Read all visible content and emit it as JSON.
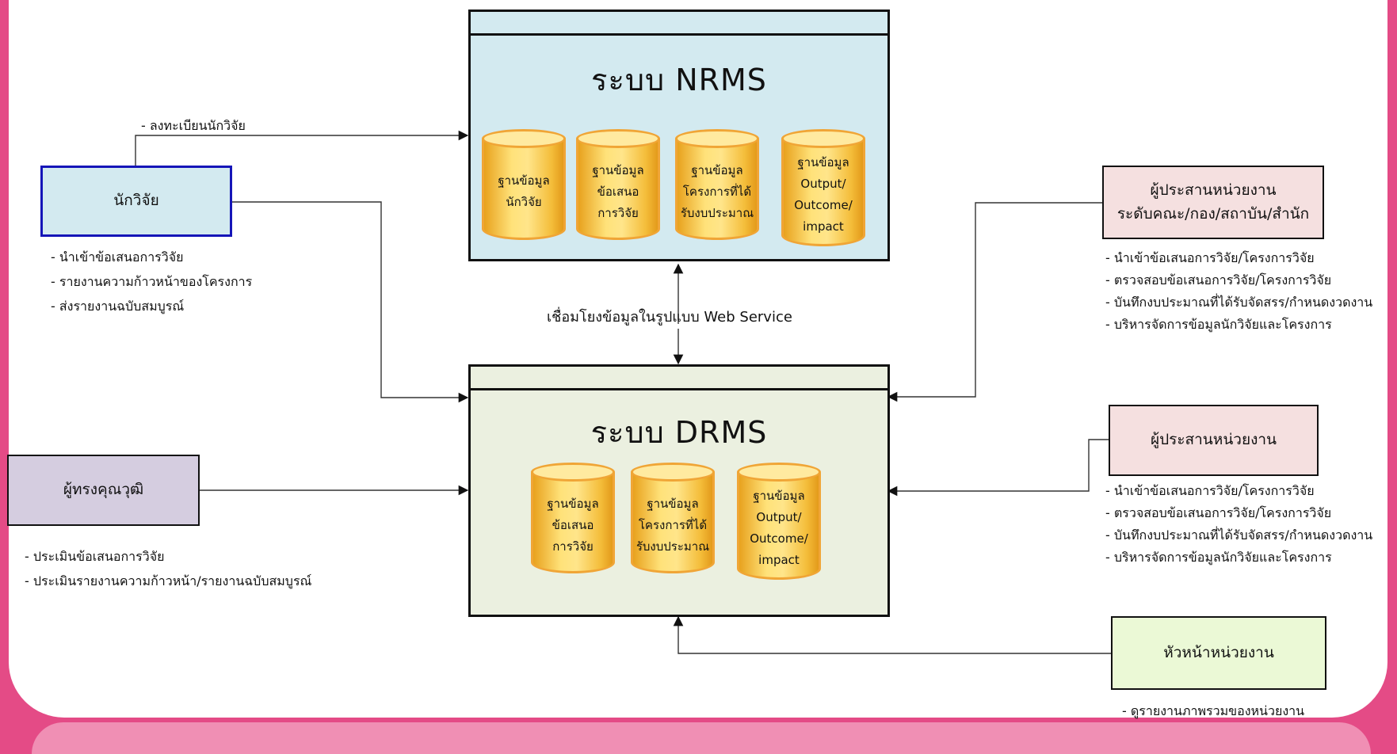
{
  "systems": {
    "nrms": {
      "title": "ระบบ NRMS",
      "databases": [
        "ฐานข้อมูล\nนักวิจัย",
        "ฐานข้อมูล\nข้อเสนอ\nการวิจัย",
        "ฐานข้อมูล\nโครงการที่ได้\nรับงบประมาณ",
        "ฐานข้อมูล\nOutput/\nOutcome/\nimpact"
      ]
    },
    "drms": {
      "title": "ระบบ DRMS",
      "databases": [
        "ฐานข้อมูล\nข้อเสนอ\nการวิจัย",
        "ฐานข้อมูล\nโครงการที่ได้\nรับงบประมาณ",
        "ฐานข้อมูล\nOutput/\nOutcome/\nimpact"
      ]
    }
  },
  "link_label": "เชื่อมโยงข้อมูลในรูปแบบ Web Service",
  "actors": {
    "researcher": {
      "name": "นักวิจัย",
      "register_label": "- ลงทะเบียนนักวิจัย",
      "tasks": [
        "- นำเข้าข้อเสนอการวิจัย",
        "- รายงานความก้าวหน้าของโครงการ",
        "- ส่งรายงานฉบับสมบูรณ์"
      ]
    },
    "expert": {
      "name": "ผู้ทรงคุณวุฒิ",
      "tasks": [
        "- ประเมินข้อเสนอการวิจัย",
        "- ประเมินรายงานความก้าวหน้า/รายงานฉบับสมบูรณ์"
      ]
    },
    "faculty_coordinator": {
      "name_line1": "ผู้ประสานหน่วยงาน",
      "name_line2": "ระดับคณะ/กอง/สถาบัน/สำนัก",
      "tasks": [
        "- นำเข้าข้อเสนอการวิจัย/โครงการวิจัย",
        "- ตรวจสอบข้อเสนอการวิจัย/โครงการวิจัย",
        "- บันทึกงบประมาณที่ได้รับจัดสรร/กำหนดงวดงาน",
        "- บริหารจัดการข้อมูลนักวิจัยและโครงการ"
      ]
    },
    "unit_coordinator": {
      "name": "ผู้ประสานหน่วยงาน",
      "tasks": [
        "- นำเข้าข้อเสนอการวิจัย/โครงการวิจัย",
        "- ตรวจสอบข้อเสนอการวิจัย/โครงการวิจัย",
        "- บันทึกงบประมาณที่ได้รับจัดสรร/กำหนดงวดงาน",
        "- บริหารจัดการข้อมูลนักวิจัยและโครงการ"
      ]
    },
    "unit_head": {
      "name": "หัวหน้าหน่วยงาน",
      "tasks": [
        "- ดูรายงานภาพรวมของหน่วยงาน"
      ]
    }
  },
  "colors": {
    "frame": "#e44b86",
    "nrms_fill": "#d3eaf0",
    "drms_fill": "#ebf0e0",
    "researcher_fill": "#d3eaf0",
    "expert_fill": "#d5cde0",
    "coordinator_fill": "#f5e0e0",
    "head_fill": "#ebf9d6",
    "cylinder_stroke": "#f0a536"
  }
}
